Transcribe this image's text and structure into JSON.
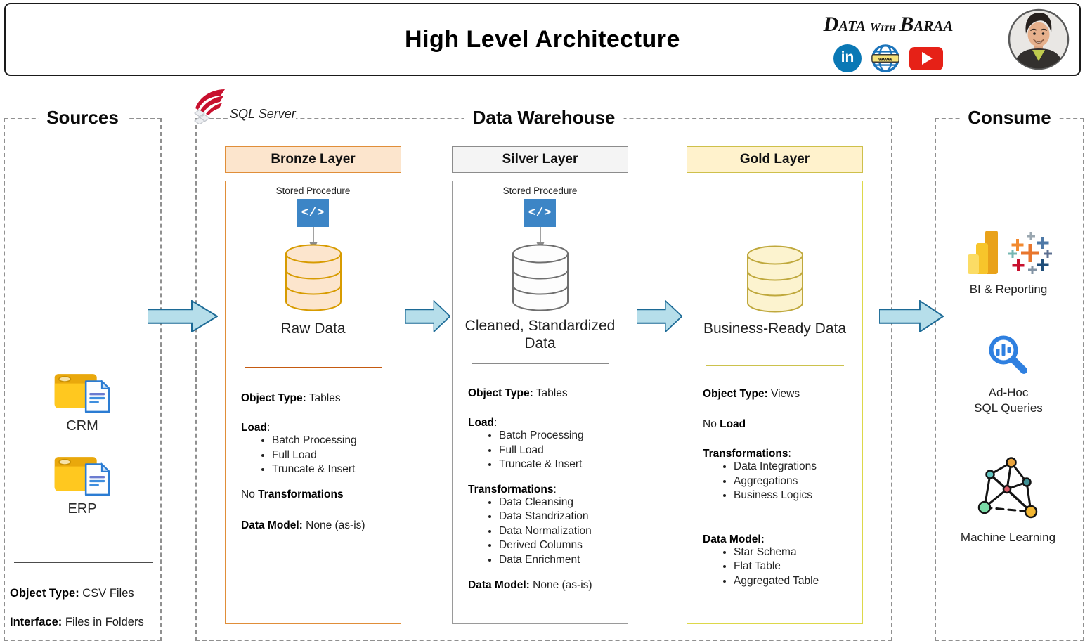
{
  "header": {
    "title": "High Level Architecture",
    "brand": {
      "word1": "Data",
      "word2": "With",
      "word3": "Baraa"
    },
    "linkedin_text": "in",
    "www_text": "www"
  },
  "sources": {
    "title": "Sources",
    "items": [
      {
        "label": "CRM"
      },
      {
        "label": "ERP"
      }
    ],
    "object_type_label": "Object Type:",
    "object_type_value": " CSV Files",
    "interface_label": "Interface:",
    "interface_value": " Files in Folders"
  },
  "warehouse": {
    "title": "Data Warehouse",
    "platform_label": "SQL Server",
    "layers": [
      {
        "name": "Bronze Layer",
        "procedure_label": "Stored Procedure",
        "code_glyph": "</>",
        "data_label": "Raw Data",
        "object_type_label": "Object Type:",
        "object_type_value": " Tables",
        "load_label": "Load",
        "load_colon": ":",
        "load_items": [
          "Batch Processing",
          "Full Load",
          "Truncate & Insert"
        ],
        "no_transform_prefix": "No ",
        "no_transform_bold": "Transformations",
        "data_model_label": "Data Model:",
        "data_model_value": " None (as-is)"
      },
      {
        "name": "Silver Layer",
        "procedure_label": "Stored Procedure",
        "code_glyph": "</>",
        "data_label": "Cleaned, Standardized Data",
        "object_type_label": "Object Type:",
        "object_type_value": " Tables",
        "load_label": "Load",
        "load_colon": ":",
        "load_items": [
          "Batch Processing",
          "Full Load",
          "Truncate & Insert"
        ],
        "transform_label": "Transformations",
        "transform_colon": ":",
        "transform_items": [
          "Data Cleansing",
          "Data Standrization",
          "Data Normalization",
          "Derived Columns",
          "Data Enrichment"
        ],
        "data_model_label": "Data Model:",
        "data_model_value": " None (as-is)"
      },
      {
        "name": "Gold Layer",
        "data_label": "Business-Ready Data",
        "object_type_label": "Object Type:",
        "object_type_value": " Views",
        "no_load_prefix": "No ",
        "no_load_bold": "Load",
        "transform_label": "Transformations",
        "transform_colon": ":",
        "transform_items": [
          "Data Integrations",
          "Aggregations",
          "Business Logics"
        ],
        "data_model_label": "Data Model:",
        "data_model_items": [
          "Star Schema",
          "Flat Table",
          "Aggregated Table"
        ]
      }
    ]
  },
  "consume": {
    "title": "Consume",
    "items": [
      {
        "label": "BI & Reporting"
      },
      {
        "label_line1": "Ad-Hoc",
        "label_line2": "SQL Queries"
      },
      {
        "label": "Machine Learning"
      }
    ]
  }
}
